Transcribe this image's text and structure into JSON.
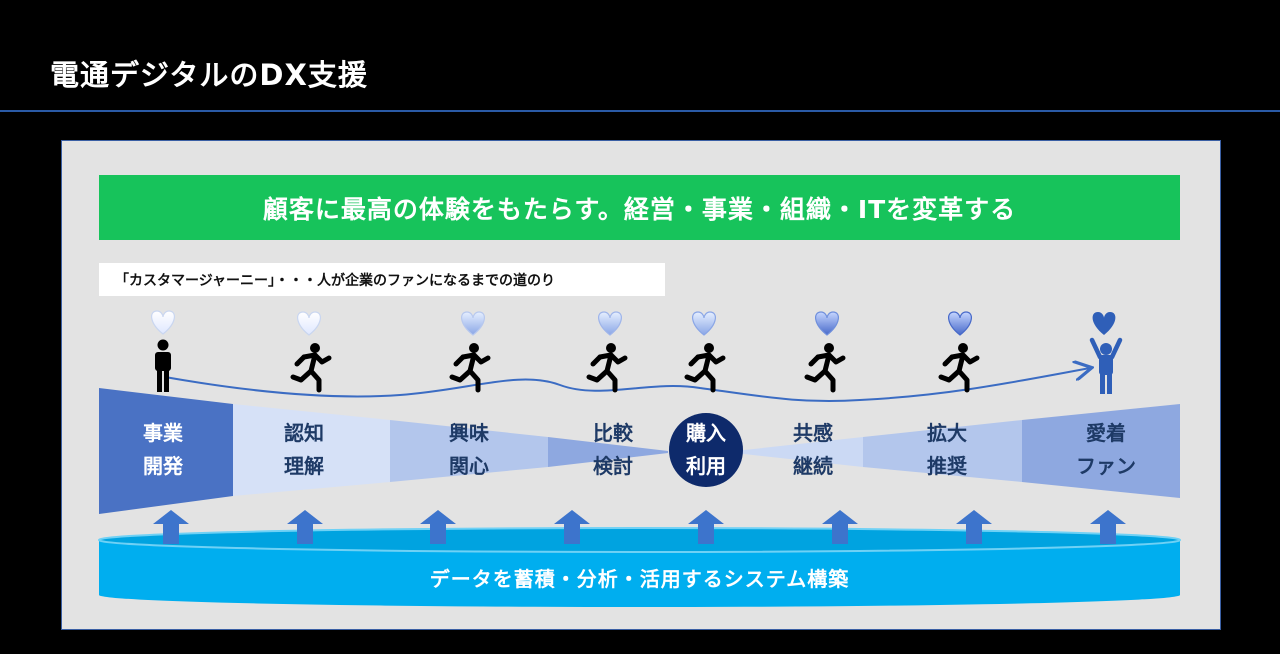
{
  "header": {
    "title": "電通デジタルのDX支援"
  },
  "banner": {
    "text": "顧客に最高の体験をもたらす。経営・事業・組織・ITを変革する"
  },
  "journey": {
    "label": "「カスタマージャーニー」・・・人が企業のファンになるまでの道のり"
  },
  "stages": [
    {
      "line1": "事業",
      "line2": "開発"
    },
    {
      "line1": "認知",
      "line2": "理解"
    },
    {
      "line1": "興味",
      "line2": "関心"
    },
    {
      "line1": "比較",
      "line2": "検討"
    },
    {
      "line1": "購入",
      "line2": "利用"
    },
    {
      "line1": "共感",
      "line2": "継続"
    },
    {
      "line1": "拡大",
      "line2": "推奨"
    },
    {
      "line1": "愛着",
      "line2": "ファン"
    }
  ],
  "database": {
    "label": "データを蓄積・分析・活用するシステム構築"
  },
  "colors": {
    "banner": "#17c35b",
    "funnel_dark": "#4a72c4",
    "circle": "#0e2a6b",
    "database": "#00aeef"
  }
}
